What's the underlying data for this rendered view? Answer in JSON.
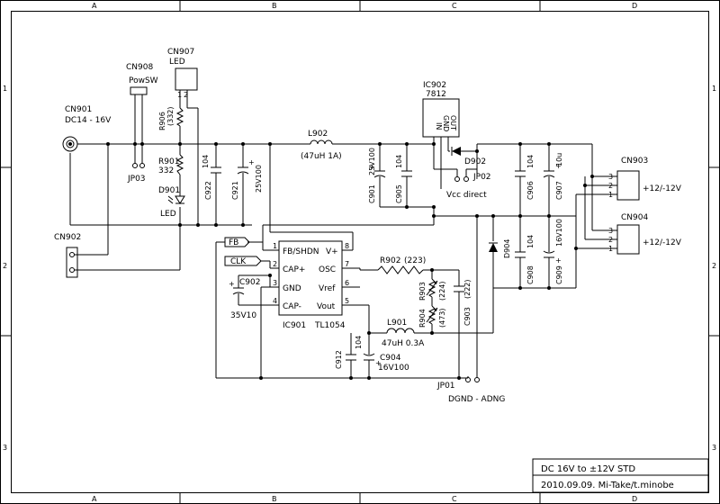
{
  "frame": {
    "cols_top": [
      "A",
      "B",
      "C",
      "D"
    ],
    "cols_bottom": [
      "A",
      "B",
      "C",
      "D"
    ],
    "rows_left": [
      "1",
      "2",
      "3"
    ],
    "rows_right": [
      "1",
      "2",
      "3"
    ]
  },
  "title_block": {
    "title": "DC 16V to ±12V   STD",
    "author": "2010.09.09. Mi-Take/t.minobe"
  },
  "components": {
    "cn901": {
      "ref": "CN901",
      "value": "DC14 - 16V"
    },
    "cn902": {
      "ref": "CN902"
    },
    "cn907": {
      "ref": "CN907",
      "value": "LED",
      "pin1": "1",
      "pin2": "2"
    },
    "cn908": {
      "ref": "CN908",
      "value": "PowSW"
    },
    "jp03": {
      "ref": "JP03"
    },
    "r906": {
      "ref": "R906",
      "value": "(332)"
    },
    "r901": {
      "ref": "R901",
      "value": "332"
    },
    "d901": {
      "ref": "D901",
      "value": "LED"
    },
    "c922": {
      "ref": "C922",
      "value": "104"
    },
    "c921": {
      "ref": "C921",
      "value": "25V100"
    },
    "l902": {
      "ref": "L902",
      "value": "(47uH 1A)"
    },
    "c901": {
      "ref": "C901",
      "value": "25V100"
    },
    "c905": {
      "ref": "C905",
      "value": "104"
    },
    "ic902": {
      "ref": "IC902",
      "value": "7812",
      "pin_in": "IN",
      "pin_gnd": "GND",
      "pin_out": "OUT"
    },
    "d902": {
      "ref": "D902"
    },
    "jp02": {
      "ref": "JP02",
      "value": "Vcc direct"
    },
    "c906": {
      "ref": "C906",
      "value": "104"
    },
    "c907": {
      "ref": "C907",
      "value": "10u"
    },
    "c908": {
      "ref": "C908",
      "value": "104"
    },
    "c909": {
      "ref": "C909",
      "value": "16V100"
    },
    "d904": {
      "ref": "D904"
    },
    "cn903": {
      "ref": "CN903",
      "value": "+12/-12V",
      "pins": [
        "3",
        "2",
        "1"
      ]
    },
    "cn904": {
      "ref": "CN904",
      "value": "+12/-12V",
      "pins": [
        "3",
        "2",
        "1"
      ]
    },
    "fb": {
      "label": "FB"
    },
    "clk": {
      "label": "CLK"
    },
    "c902": {
      "ref": "C902",
      "value": "35V10"
    },
    "ic901": {
      "ref": "IC901",
      "value": "TL1054",
      "pins_left": [
        {
          "num": "1",
          "name": "FB/SHDN"
        },
        {
          "num": "2",
          "name": "CAP+"
        },
        {
          "num": "3",
          "name": "GND"
        },
        {
          "num": "4",
          "name": "CAP-"
        }
      ],
      "pins_right": [
        {
          "num": "8",
          "name": "V+"
        },
        {
          "num": "7",
          "name": "OSC"
        },
        {
          "num": "6",
          "name": "Vref"
        },
        {
          "num": "5",
          "name": "Vout"
        }
      ]
    },
    "r902": {
      "ref": "R902",
      "value": "(223)"
    },
    "r903": {
      "ref": "R903",
      "value": "(224)"
    },
    "r904": {
      "ref": "R904",
      "value": "(473)"
    },
    "c903": {
      "ref": "C903",
      "value": "(222)"
    },
    "l901": {
      "ref": "L901",
      "value": "47uH 0.3A"
    },
    "c912": {
      "ref": "C912",
      "value": "104"
    },
    "c904": {
      "ref": "C904",
      "value": "16V100"
    },
    "jp01": {
      "ref": "JP01",
      "value": "DGND - ADNG"
    }
  }
}
